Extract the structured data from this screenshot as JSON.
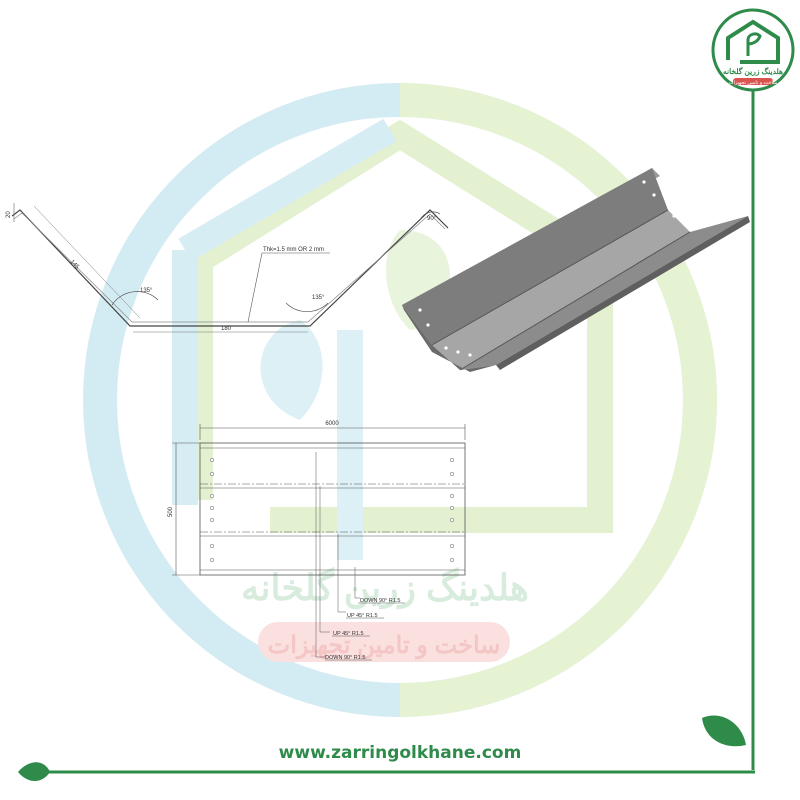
{
  "brand": {
    "logo_title": "هلدینگ زرین گلخانه",
    "logo_subtitle": "ساخت و تامین تجهیزات",
    "watermark_title": "هلدینگ زرین گلخانه",
    "watermark_subtitle": "ساخت و تامین تجهیزات",
    "website": "www.zarringolkhane.com",
    "colors": {
      "green": "#2e8b4a",
      "light_green": "#c9e6a6",
      "light_blue": "#bfe3ee",
      "red_band": "#f3b9b9"
    }
  },
  "profile_drawing": {
    "flange_length": "20",
    "side_length": "145",
    "bend_angle_left": "135°",
    "bend_angle_right": "135°",
    "bottom_width": "180",
    "top_angle": "90°",
    "thickness_note": "Thk=1.5 mm OR 2 mm"
  },
  "plan_drawing": {
    "length": "6000",
    "width": "500",
    "bend_notes": [
      "DOWN 90° R1.5",
      "UP 45° R1.5",
      "UP 45° R1.5",
      "DOWN 90° R1.5"
    ]
  }
}
